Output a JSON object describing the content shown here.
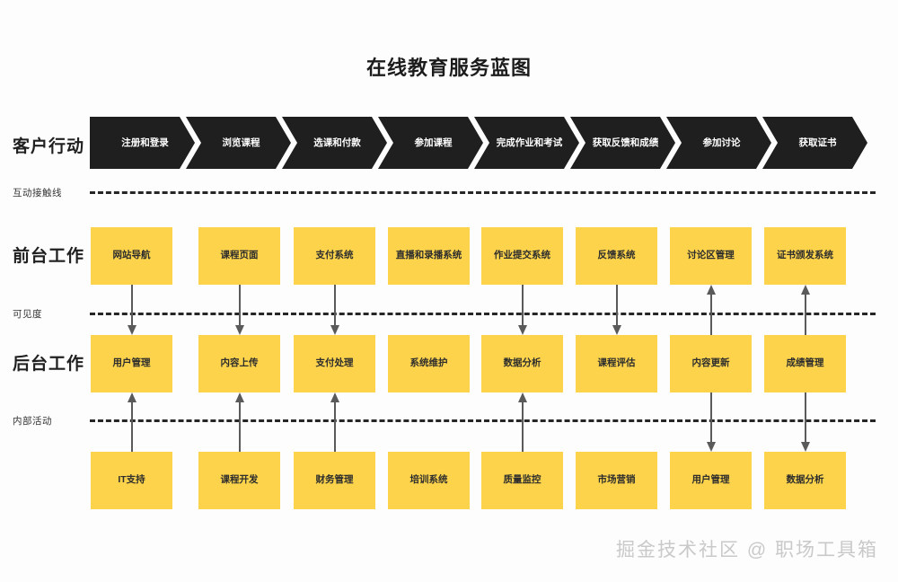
{
  "title": "在线教育服务蓝图",
  "watermark": "掘金技术社区 @ 职场工具箱",
  "colors": {
    "chevron": "#1f1f1f",
    "box": "#fcd34a",
    "line": "#262626",
    "arrow": "#5a5a5a",
    "background": "#fdfdfd",
    "title_text": "#1c1c1c",
    "watermark_text": "#c9c9c9"
  },
  "rows": {
    "customer_actions": {
      "label": "客户行动",
      "items": [
        "注册和登录",
        "浏览课程",
        "选课和付款",
        "参加课程",
        "完成作业和考试",
        "获取反馈和成绩",
        "参加讨论",
        "获取证书"
      ]
    },
    "frontstage": {
      "label": "前台工作",
      "items": [
        "网站导航",
        "课程页面",
        "支付系统",
        "直播和录播系统",
        "作业提交系统",
        "反馈系统",
        "讨论区管理",
        "证书颁发系统"
      ]
    },
    "backstage": {
      "label": "后台工作",
      "items": [
        "用户管理",
        "内容上传",
        "支付处理",
        "系统维护",
        "数据分析",
        "课程评估",
        "内容更新",
        "成绩管理"
      ]
    },
    "support": {
      "label": "",
      "items": [
        "IT支持",
        "课程开发",
        "财务管理",
        "培训系统",
        "质量监控",
        "市场营销",
        "用户管理",
        "数据分析"
      ]
    }
  },
  "lines": {
    "interaction": "互动接触线",
    "visibility": "可见度",
    "internal": "内部活动"
  },
  "connectors": {
    "front_to_back": [
      "down",
      "down",
      "down",
      "none",
      "down",
      "down",
      "up",
      "up"
    ],
    "support_to_back": [
      "up",
      "up",
      "up",
      "none",
      "up",
      "none",
      "down",
      "down"
    ]
  }
}
